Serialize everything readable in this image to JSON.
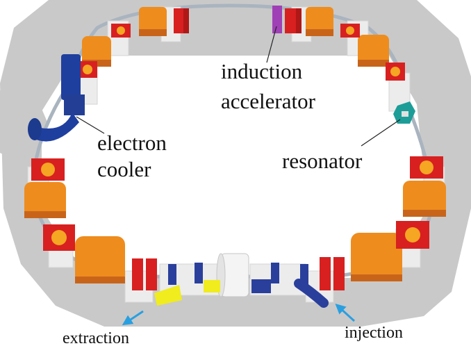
{
  "labels": {
    "induction_line1": "induction",
    "induction_line2": "accelerator",
    "electron_line1": "electron",
    "electron_line2": "cooler",
    "resonator": "resonator",
    "extraction": "extraction",
    "injection": "injection"
  },
  "colors": {
    "background": "#ffffff",
    "floor_shadow": "#c6c6c6",
    "stand": "#efefef",
    "beam_pipe": "#a9b4bf",
    "dipole": "#ee8c1e",
    "dipole_dark": "#c8641a",
    "quadrupole": "#d82020",
    "corrector": "#2a3f9c",
    "electron_cooler": "#1f3f9f",
    "resonator": "#1d9d98",
    "induction_accelerator": "#a040b6",
    "septum": "#f0ec1e",
    "rf_cavity": "#efefef",
    "arrow": "#2a9fe0",
    "leader_line": "#222222"
  }
}
